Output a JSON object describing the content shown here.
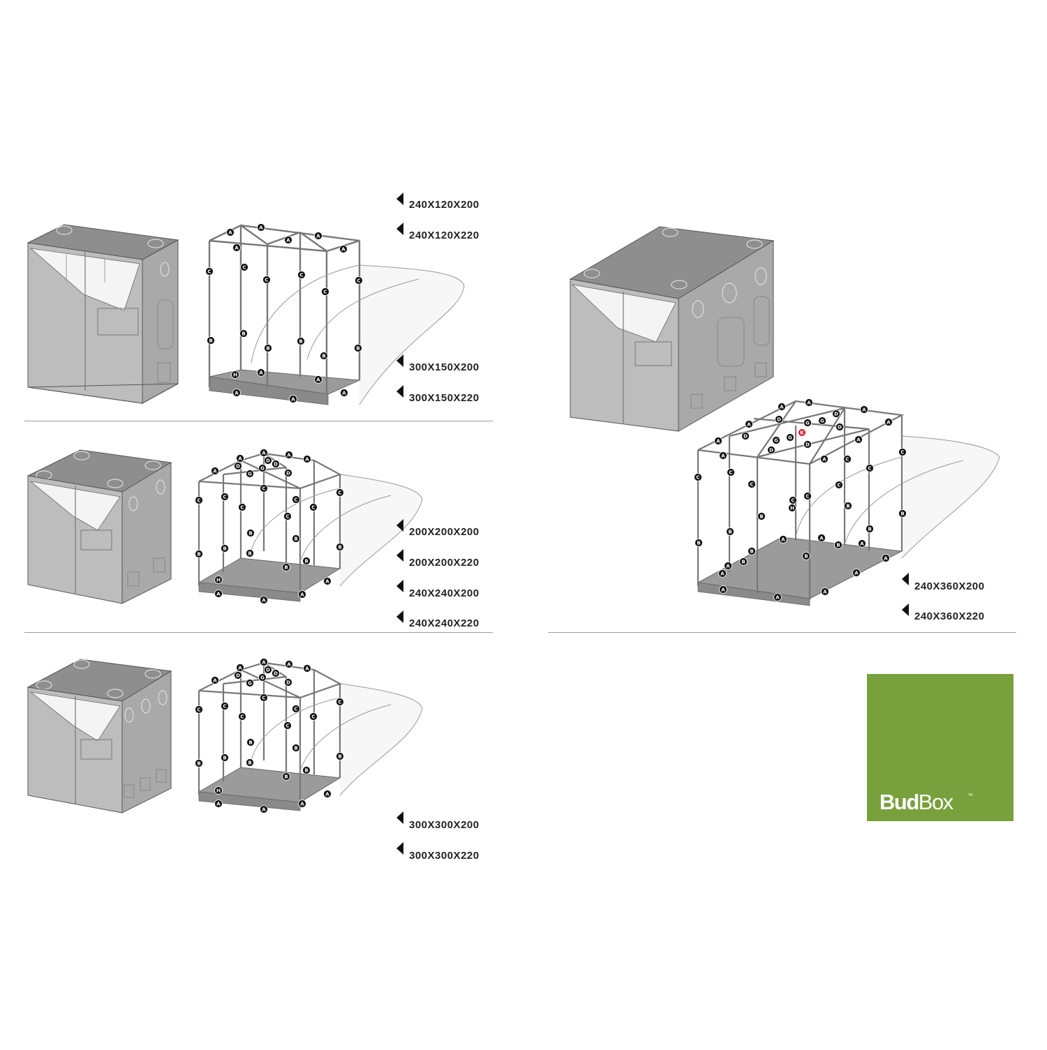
{
  "sections": [
    {
      "id": "row1",
      "frame_labels": [
        "A",
        "A",
        "A",
        "A",
        "A",
        "A",
        "C",
        "C",
        "C",
        "C",
        "C",
        "C",
        "B",
        "B",
        "B",
        "B",
        "B",
        "B",
        "H",
        "A",
        "A",
        "A",
        "A",
        "A",
        "A"
      ],
      "sizes": [
        "240X120X200",
        "240X120X220",
        "300X150X200",
        "300X150X220"
      ]
    },
    {
      "id": "row2",
      "frame_labels": [
        "A",
        "A",
        "A",
        "A",
        "A",
        "D",
        "D",
        "G",
        "G",
        "D",
        "D",
        "C",
        "C",
        "C",
        "C",
        "C",
        "C",
        "C",
        "C",
        "B",
        "B",
        "B",
        "B",
        "B",
        "B",
        "B",
        "B",
        "H",
        "A",
        "A",
        "A",
        "A",
        "A"
      ],
      "sizes": [
        "200X200X200",
        "200X200X220",
        "240X240X200",
        "240X240X220"
      ]
    },
    {
      "id": "row3",
      "frame_labels": [
        "A",
        "A",
        "A",
        "A",
        "A",
        "D",
        "D",
        "G",
        "G",
        "D",
        "D",
        "C",
        "C",
        "C",
        "C",
        "C",
        "C",
        "C",
        "C",
        "B",
        "B",
        "B",
        "B",
        "B",
        "B",
        "B",
        "B",
        "H",
        "A",
        "A",
        "A",
        "A",
        "A"
      ],
      "sizes": [
        "300X300X200",
        "300X300X220"
      ]
    },
    {
      "id": "right",
      "frame_labels": [
        "A",
        "A",
        "A",
        "A",
        "A",
        "A",
        "A",
        "A",
        "A",
        "D",
        "D",
        "D",
        "D",
        "D",
        "D",
        "G",
        "G",
        "G",
        "G",
        "K",
        "C",
        "C",
        "C",
        "C",
        "C",
        "C",
        "C",
        "C",
        "C",
        "B",
        "B",
        "B",
        "B",
        "B",
        "B",
        "B",
        "B",
        "B",
        "B",
        "H",
        "A",
        "A",
        "A",
        "A",
        "A",
        "A",
        "A",
        "A",
        "A",
        "A"
      ],
      "sizes": [
        "240X360X200",
        "240X360X220"
      ]
    }
  ],
  "logo": {
    "brand_bold": "Bud",
    "brand_regular": "Box",
    "trademark": "™",
    "color": "#78a03c"
  },
  "colors": {
    "tent_dark": "#8e8e8e",
    "tent_mid": "#a9a9a9",
    "tent_light": "#bdbdbd",
    "highlight_label": "#d8262b"
  }
}
